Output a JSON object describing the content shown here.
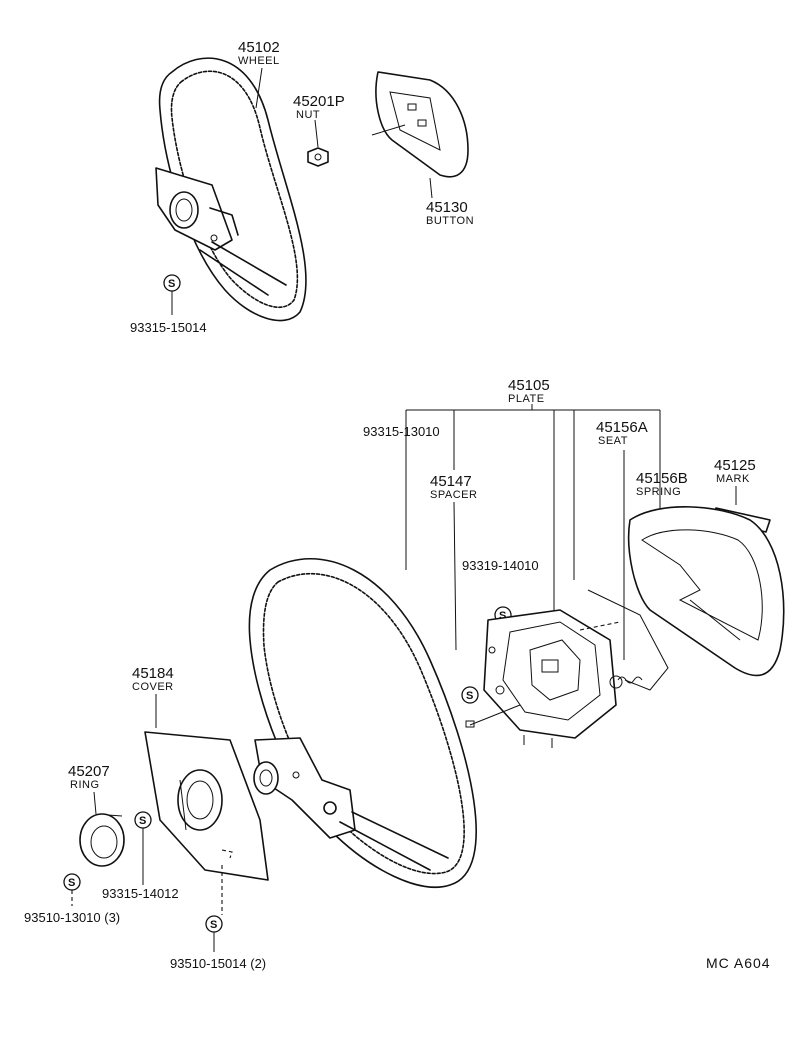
{
  "parts": {
    "wheel_upper": {
      "number": "45102",
      "name": "WHEEL"
    },
    "nut": {
      "number": "45201P",
      "name": "NUT"
    },
    "button": {
      "number": "45130",
      "name": "BUTTON"
    },
    "bolt_upper": {
      "code": "93315-15014"
    },
    "plate": {
      "number": "45105",
      "name": "PLATE"
    },
    "bolt_plate": {
      "code": "93315-13010"
    },
    "seat": {
      "number": "45156A",
      "name": "SEAT"
    },
    "spacer": {
      "number": "45147",
      "name": "SPACER"
    },
    "spring": {
      "number": "45156B",
      "name": "SPRING"
    },
    "mark": {
      "number": "45125",
      "name": "MARK"
    },
    "screw_plate": {
      "code": "93319-14010"
    },
    "cover": {
      "number": "45184",
      "name": "COVER"
    },
    "ring": {
      "number": "45207",
      "name": "RING"
    },
    "screw_ring": {
      "code": "93315-14012"
    },
    "screw_small": {
      "code": "93510-13010 (3)"
    },
    "screw_cover": {
      "code": "93510-15014 (2)"
    }
  },
  "symbol": {
    "standard_part": "S"
  },
  "drawing_ref": "MC  A604"
}
